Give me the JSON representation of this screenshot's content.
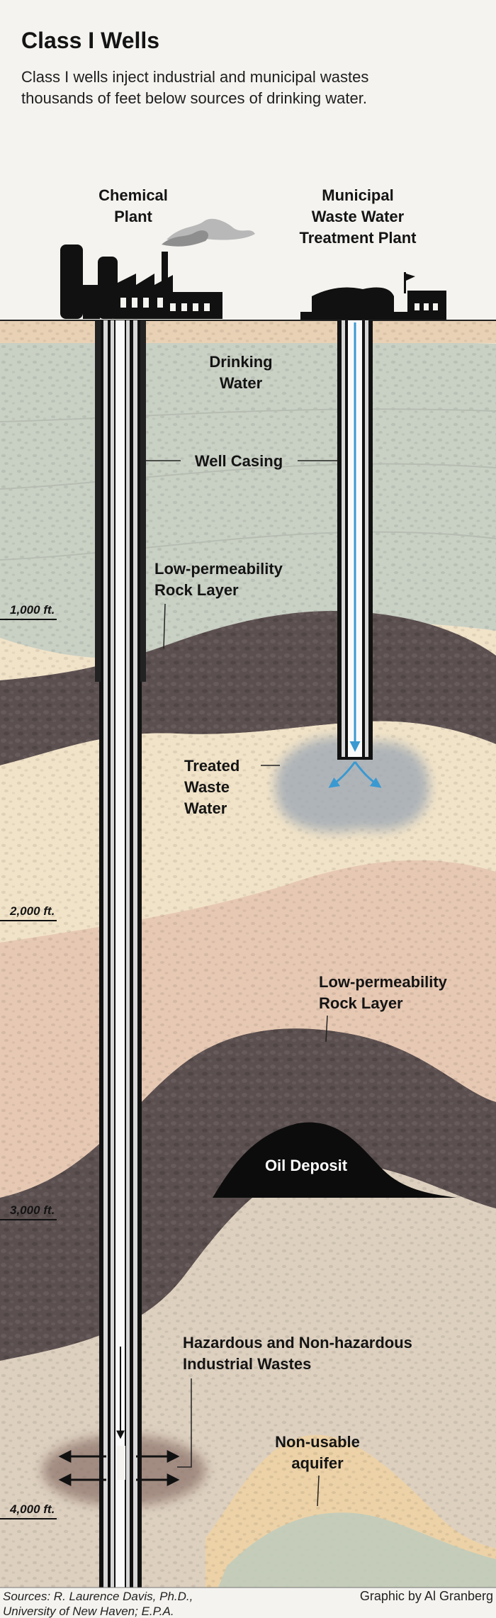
{
  "header": {
    "title": "Class I Wells",
    "subtitle_line1": "Class I wells inject industrial and municipal wastes",
    "subtitle_line2": "thousands of feet below sources of drinking water."
  },
  "facilities": {
    "chemical_plant": [
      "Chemical",
      "Plant"
    ],
    "municipal_plant": [
      "Municipal",
      "Waste Water",
      "Treatment Plant"
    ]
  },
  "labels": {
    "drinking_water": [
      "Drinking",
      "Water"
    ],
    "well_casing": "Well Casing",
    "low_perm_upper": [
      "Low-permeability",
      "Rock Layer"
    ],
    "treated_waste": [
      "Treated",
      "Waste",
      "Water"
    ],
    "low_perm_lower": [
      "Low-permeability",
      "Rock Layer"
    ],
    "oil_deposit": "Oil Deposit",
    "hazardous": [
      "Hazardous and Non-hazardous",
      "Industrial Wastes"
    ],
    "aquifer": [
      "Non-usable",
      "aquifer"
    ]
  },
  "depth_marks": [
    "1,000 ft.",
    "2,000 ft.",
    "3,000 ft.",
    "4,000 ft."
  ],
  "footer": {
    "sources_line1": "Sources: R. Laurence Davis, Ph.D.,",
    "sources_line2": "University of New Haven;  E.P.A.",
    "credit": "Graphic by Al Granberg"
  },
  "colors": {
    "sky": "#f4f3ef",
    "surface_soil": "#e9d1b5",
    "drinking_water": "#c9d0c4",
    "dark_rock": "#5b4f4f",
    "cream_layer": "#f1e3c8",
    "pink_layer": "#e7c9b3",
    "beige_layer": "#ddd0bf",
    "oil": "#0c0c0c",
    "injection_arrow": "#3a99d1"
  }
}
